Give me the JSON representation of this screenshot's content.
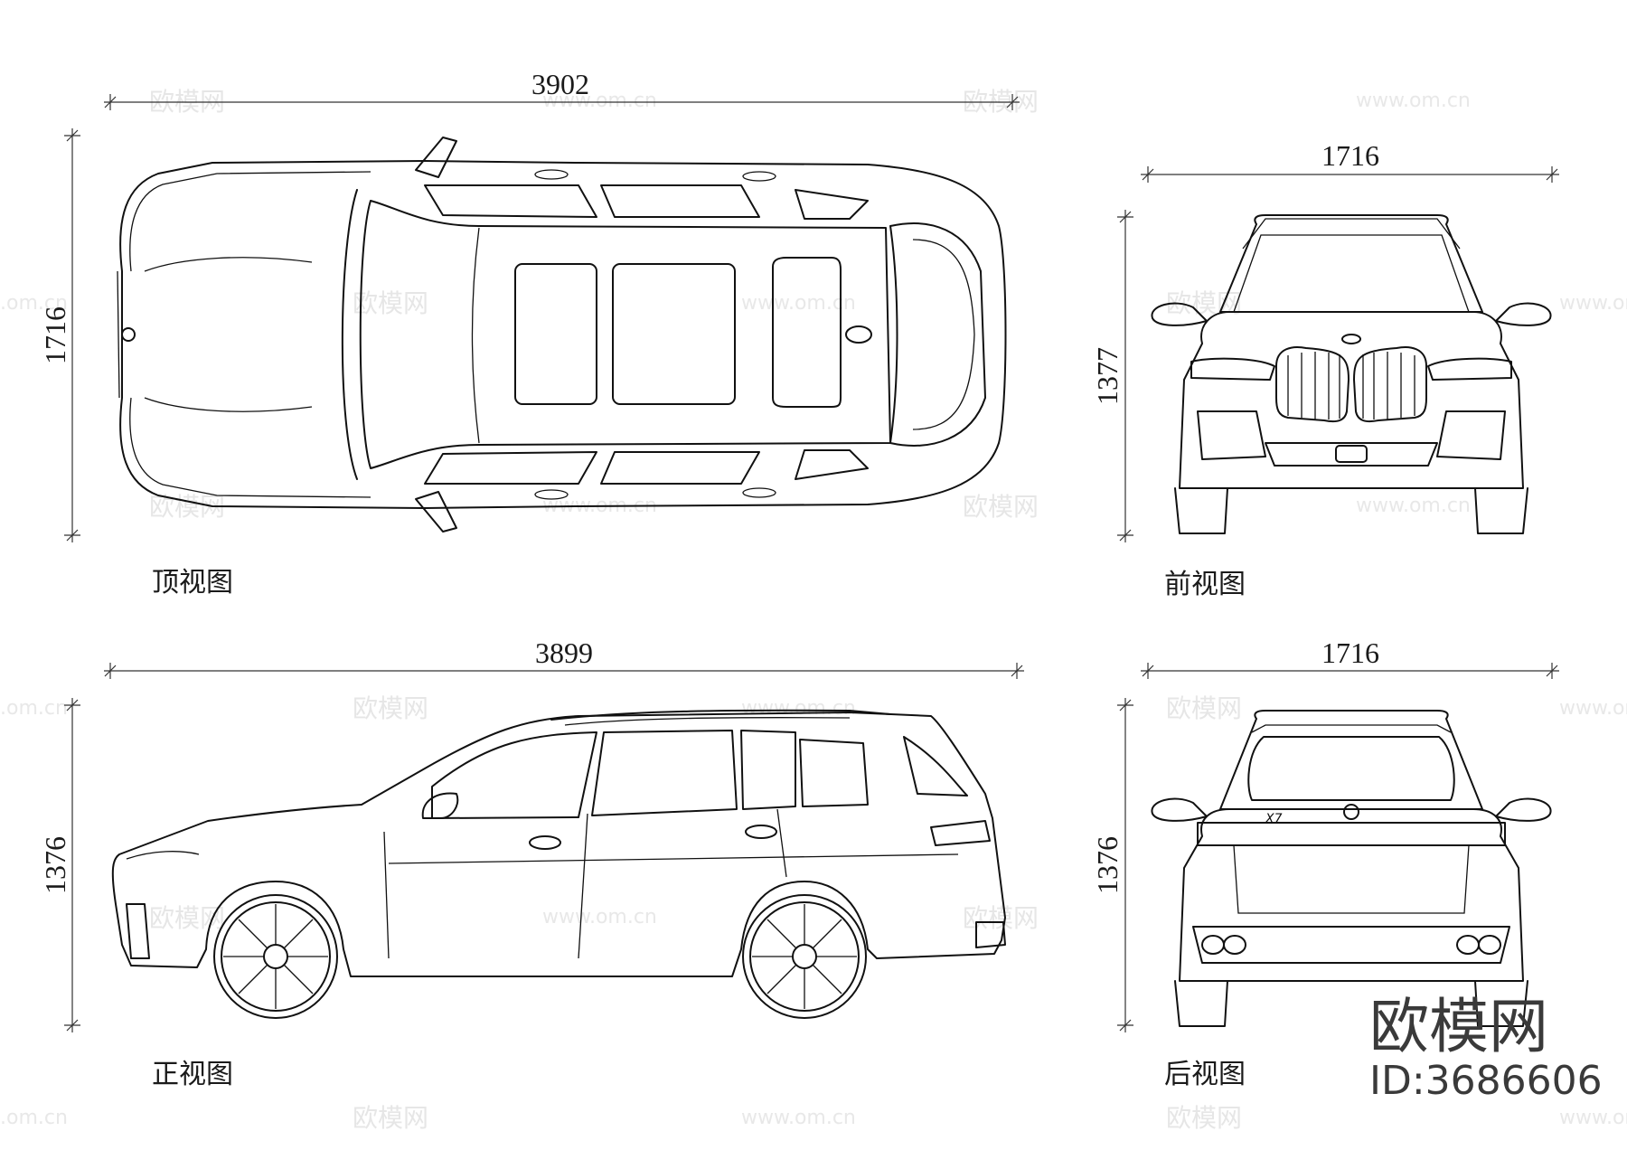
{
  "views": {
    "top": {
      "label": "顶视图",
      "length_dim": "3902",
      "width_dim": "1716"
    },
    "front": {
      "label": "前视图",
      "width_dim": "1716",
      "height_dim": "1377"
    },
    "side": {
      "label": "正视图",
      "length_dim": "3899",
      "height_dim": "1376"
    },
    "rear": {
      "label": "后视图",
      "width_dim": "1716",
      "height_dim": "1376"
    }
  },
  "watermark": {
    "brand": "欧模网",
    "site": "www.om.cn",
    "site_partial": ".om.cn"
  },
  "branding": {
    "name": "欧模网",
    "id": "ID:3686606"
  },
  "car_badges": {
    "model": "X7"
  }
}
